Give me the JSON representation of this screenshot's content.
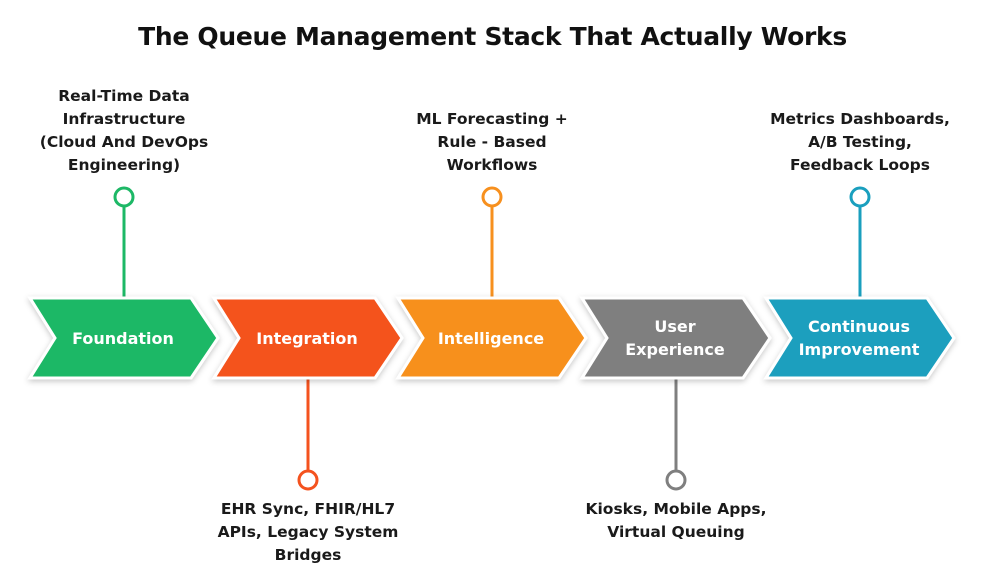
{
  "title": "The Queue Management Stack That Actually Works",
  "stages": [
    {
      "label_lines": [
        "Foundation"
      ],
      "color": "#1DB866",
      "caption_position": "top",
      "caption_lines": [
        "Real-Time Data",
        "Infrastructure",
        "(Cloud And DevOps",
        "Engineering)"
      ]
    },
    {
      "label_lines": [
        "Integration"
      ],
      "color": "#F4521E",
      "caption_position": "bottom",
      "caption_lines": [
        "EHR Sync, FHIR/HL7",
        "APIs, Legacy System",
        "Bridges"
      ]
    },
    {
      "label_lines": [
        "Intelligence"
      ],
      "color": "#F7901E",
      "caption_position": "top",
      "caption_lines": [
        "ML Forecasting +",
        "Rule - Based",
        "Workflows"
      ]
    },
    {
      "label_lines": [
        "User",
        "Experience"
      ],
      "color": "#7F7F7F",
      "caption_position": "bottom",
      "caption_lines": [
        "Kiosks, Mobile Apps,",
        "Virtual Queuing"
      ]
    },
    {
      "label_lines": [
        "Continuous",
        "Improvement"
      ],
      "color": "#1A9FBE",
      "caption_position": "top",
      "caption_lines": [
        "Metrics Dashboards,",
        "A/B Testing,",
        "Feedback Loops"
      ]
    }
  ]
}
